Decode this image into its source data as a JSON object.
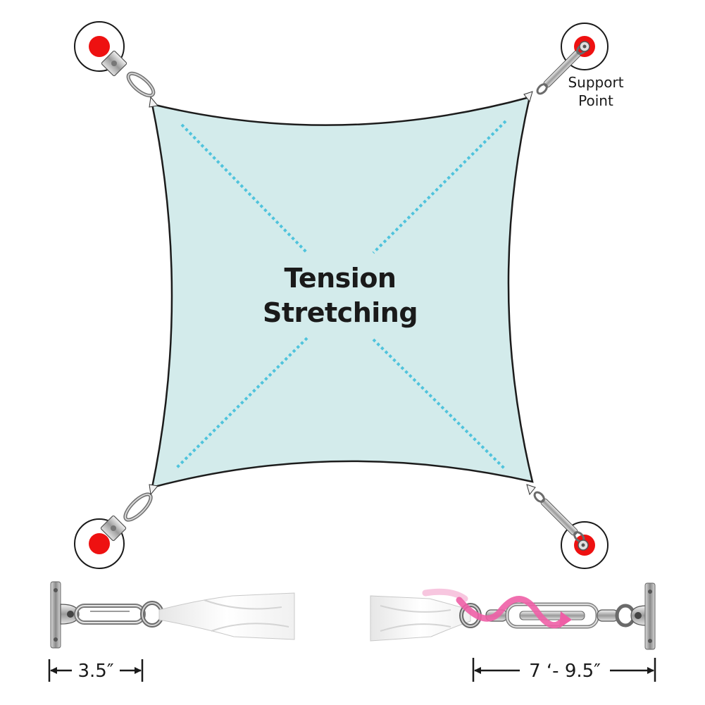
{
  "center_label": {
    "line1": "Tension",
    "line2": "Stretching"
  },
  "support_label": {
    "line1": "Support",
    "line2": "Point"
  },
  "dimensions": {
    "left": "3.5″",
    "right": "7 ʻ- 9.5″"
  },
  "colors": {
    "sail_fill": "#d3ebeb",
    "sail_edge": "#1c1c1c",
    "dashed_line": "#4fc3dc",
    "anchor_red": "#ee1111",
    "twist_arrow": "#ee5fa6"
  }
}
